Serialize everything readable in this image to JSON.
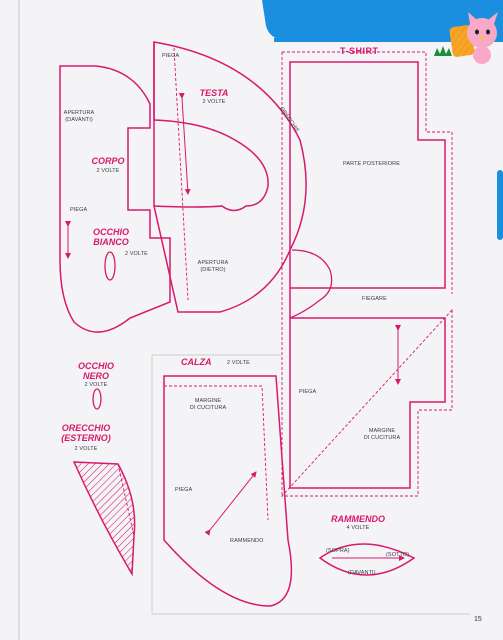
{
  "header": {
    "logo": "cat-logo-icon",
    "crown": "crown-icon",
    "accent_color": "#1a8fe0"
  },
  "tshirt": {
    "title": "T-SHIRT",
    "back": "PARTE POSTERIORE",
    "fold_top": "FIEGARE",
    "fold_side": "PIEGA",
    "seam": [
      "MARGINE",
      "DI CUCITURA"
    ]
  },
  "testa": {
    "title": "TESTA",
    "count": "2 VOLTE",
    "fold": "PIEGA",
    "ears": "ORECCHIE",
    "opening": [
      "APERTURA",
      "(DIETRO)"
    ]
  },
  "corpo": {
    "title": "CORPO",
    "count": "2 VOLTE",
    "opening": [
      "APERTURA",
      "(DAVANTI)"
    ],
    "fold": "PIEGA"
  },
  "occhio_bianco": {
    "title": [
      "OCCHIO",
      "BIANCO"
    ],
    "count": "2 VOLTE"
  },
  "occhio_nero": {
    "title": [
      "OCCHIO",
      "NERO"
    ],
    "count": "2 VOLTE"
  },
  "orecchio": {
    "title": [
      "ORECCHIO",
      "(ESTERNO)"
    ],
    "count": "2 VOLTE"
  },
  "calza": {
    "title": "CALZA",
    "count": "2 VOLTE",
    "seam": [
      "MARGINE",
      "DI CUCITURA"
    ],
    "fold": "PIEGA",
    "darn": "RAMMENDO"
  },
  "rammendo": {
    "title": "RAMMENDO",
    "count": "4 VOLTE",
    "top": "(SOPRA)",
    "under": "(SOTTO)",
    "front": "(DAVANTI)"
  },
  "page_number": "15"
}
